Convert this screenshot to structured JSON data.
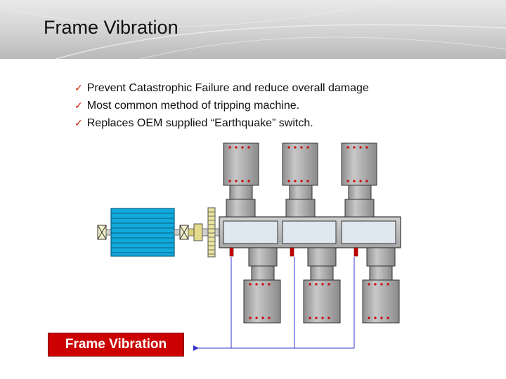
{
  "slide": {
    "title": "Frame Vibration",
    "bullets": [
      "Prevent Catastrophic Failure and reduce overall damage",
      "Most common method of tripping machine.",
      "Replaces OEM supplied “Earthquake” switch."
    ],
    "label": "Frame Vibration"
  },
  "colors": {
    "motor": "#11aadd",
    "label_bg": "#cc0000",
    "check": "#cc2200",
    "sensor": "#cc0000",
    "signal_line": "#3333cc",
    "cylinder": "#a8a8a8",
    "coupling": "#d9d07a"
  },
  "icons": [
    "check-icon"
  ]
}
